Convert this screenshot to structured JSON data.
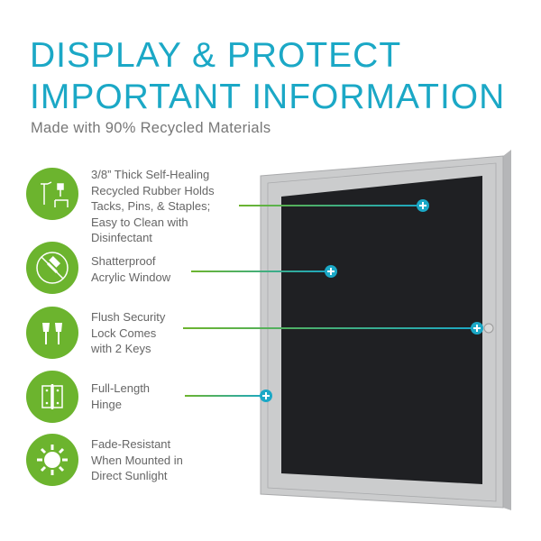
{
  "header": {
    "title_line1": "DISPLAY & PROTECT",
    "title_line2": "IMPORTANT INFORMATION",
    "subtitle": "Made with 90% Recycled Materials"
  },
  "features": [
    {
      "icon": "pin-board-icon",
      "text": "3/8” Thick Self-Healing\nRecycled Rubber Holds\nTacks, Pins, & Staples;\nEasy to Clean with\nDisinfectant"
    },
    {
      "icon": "no-hammer-icon",
      "text": "Shatterproof\nAcrylic Window"
    },
    {
      "icon": "keys-icon",
      "text": "Flush Security\nLock Comes\nwith 2 Keys"
    },
    {
      "icon": "hinge-icon",
      "text": "Full-Length\nHinge"
    },
    {
      "icon": "sun-icon",
      "text": "Fade-Resistant\nWhen Mounted in\nDirect Sunlight"
    }
  ],
  "colors": {
    "accent_teal": "#1ba8c6",
    "accent_green": "#6cb42e",
    "board": "#1e1f22",
    "frame": "#c9cacc"
  }
}
